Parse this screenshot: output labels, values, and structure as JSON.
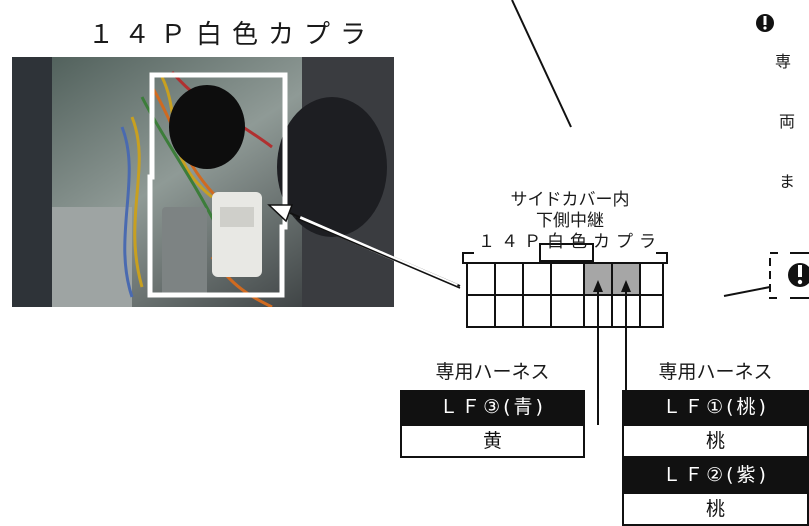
{
  "photo_caption": "１４Ｐ白色カプラ",
  "connector_label": {
    "line1": "サイドカバー内",
    "line2": "下側中継",
    "line3": "１４Ｐ白色カプラ"
  },
  "warning": {
    "text_line1": "専",
    "text_line2": "両",
    "text_line3": "ま"
  },
  "harness_left": {
    "title": "専用ハーネス",
    "wire": "ＬＦ③(青)",
    "color": "黄"
  },
  "harness_right": {
    "title": "専用ハーネス",
    "wire1": "ＬＦ①(桃)",
    "color1": "桃",
    "wire2": "ＬＦ②(紫)",
    "color2": "桃"
  },
  "colors": {
    "highlight_pin": "#a6a6a6",
    "label_bg": "#111111",
    "outline": "#111111"
  }
}
